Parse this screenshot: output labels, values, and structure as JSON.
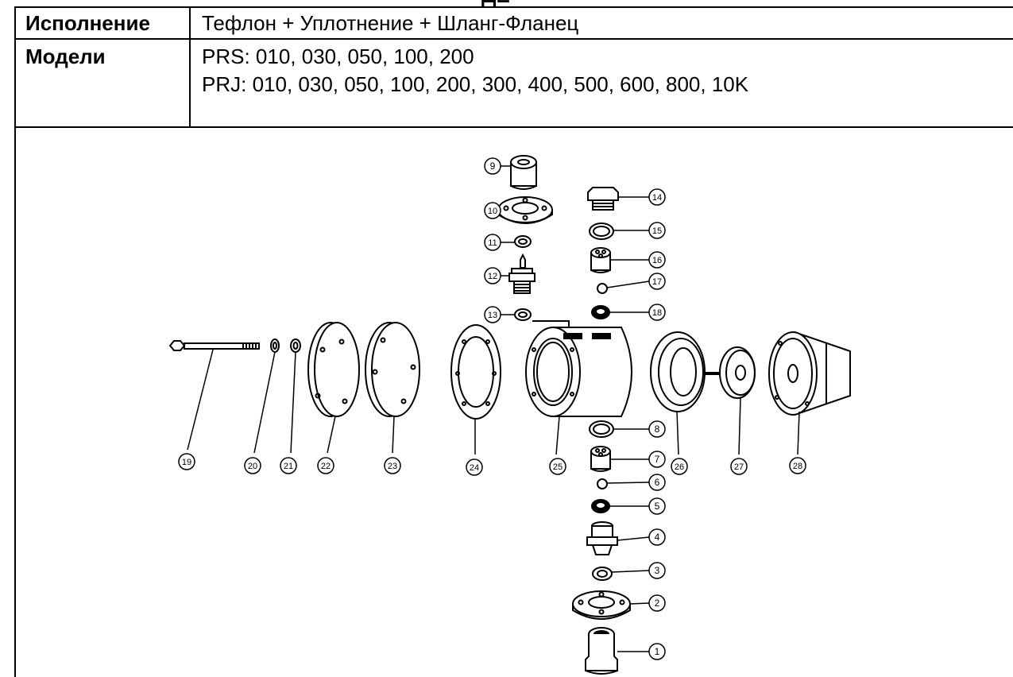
{
  "header_fragment": "ДЕ",
  "table": {
    "row1": {
      "label": "Исполнение",
      "value": "Тефлон + Уплотнение + Шланг-Фланец"
    },
    "row2": {
      "label": "Модели",
      "lines": [
        "PRS: 010, 030, 050, 100, 200",
        "PRJ: 010, 030, 050, 100, 200, 300, 400, 500, 600, 800, 10K"
      ]
    }
  },
  "diagram": {
    "callouts": [
      "1",
      "2",
      "3",
      "4",
      "5",
      "6",
      "7",
      "8",
      "9",
      "10",
      "11",
      "12",
      "13",
      "14",
      "15",
      "16",
      "17",
      "18",
      "19",
      "20",
      "21",
      "22",
      "23",
      "24",
      "25",
      "26",
      "27",
      "28"
    ]
  }
}
